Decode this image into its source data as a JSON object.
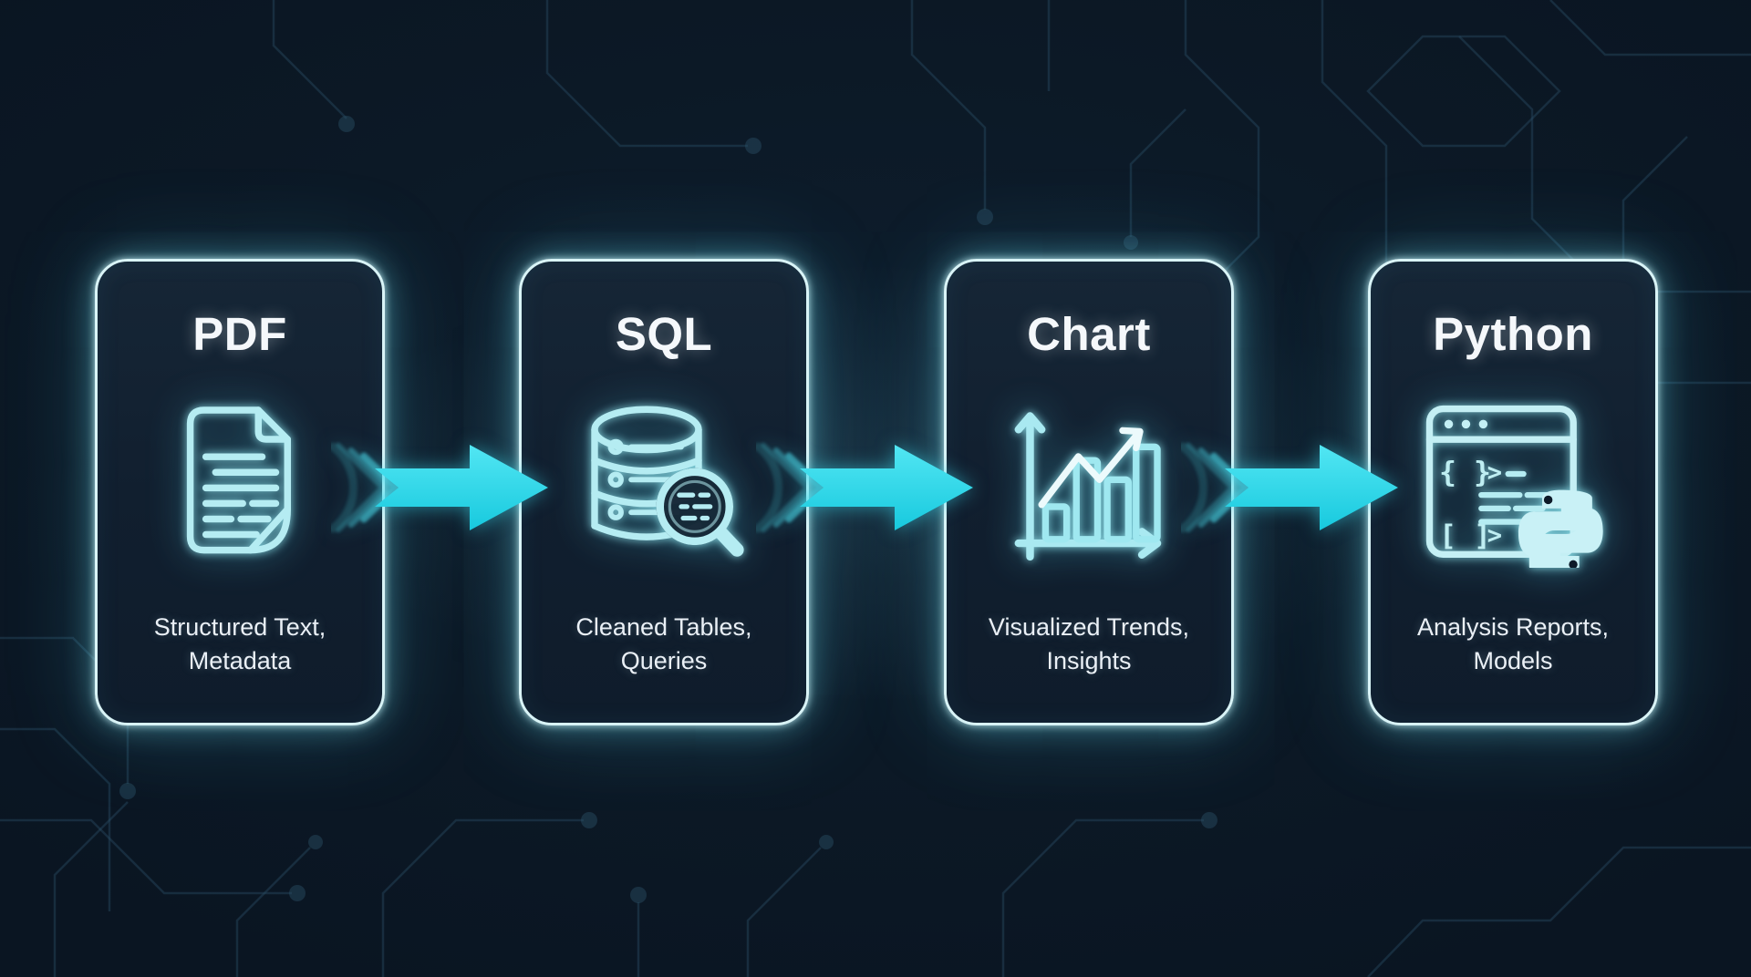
{
  "figure": {
    "type": "data-pipeline-diagram",
    "steps": 4
  },
  "colors": {
    "background": "#0c1926",
    "card_background": "#13212f",
    "card_border": "#d9f4f7",
    "neon_icon": "#b5ecf2",
    "arrow": "#27d6ea",
    "title_text": "#f5f8fb",
    "caption_text": "#eaf0f6",
    "circuit_trace": "#2a4f66"
  },
  "cards": [
    {
      "title": "PDF",
      "caption": "Structured Text, Metadata",
      "icon": "document-icon"
    },
    {
      "title": "SQL",
      "caption": "Cleaned Tables, Queries",
      "icon": "database-search-icon"
    },
    {
      "title": "Chart",
      "caption": "Visualized Trends, Insights",
      "icon": "bar-chart-trend-icon"
    },
    {
      "title": "Python",
      "caption": "Analysis Reports, Models",
      "icon": "code-window-python-icon"
    }
  ],
  "arrows": [
    {
      "name": "flow-arrow-1",
      "direction": "right"
    },
    {
      "name": "flow-arrow-2",
      "direction": "right"
    },
    {
      "name": "flow-arrow-3",
      "direction": "right"
    }
  ]
}
